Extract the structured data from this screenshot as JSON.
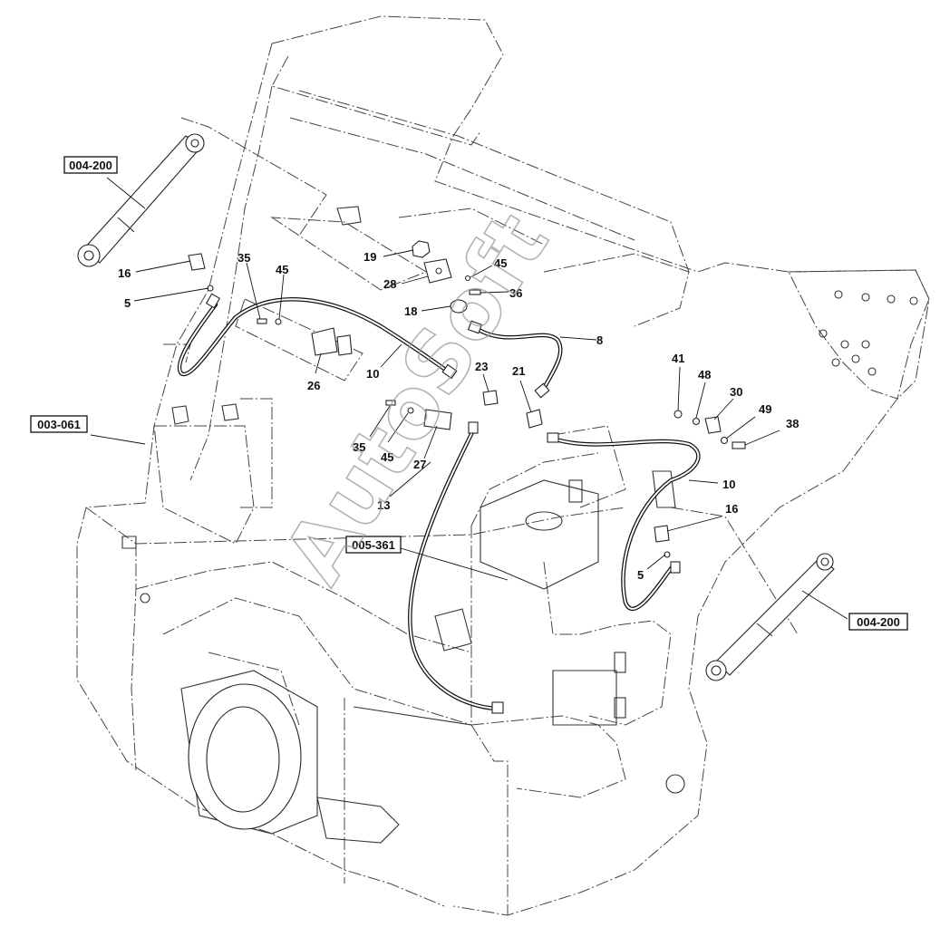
{
  "watermark": "AutoSoft",
  "ref_boxes": [
    {
      "id": "ref-004-200-left",
      "text": "004-200"
    },
    {
      "id": "ref-003-061",
      "text": "003-061"
    },
    {
      "id": "ref-005-361",
      "text": "005-361"
    },
    {
      "id": "ref-004-200-right",
      "text": "004-200"
    }
  ],
  "callouts": [
    {
      "id": "c16a",
      "text": "16"
    },
    {
      "id": "c5a",
      "text": "5"
    },
    {
      "id": "c35a",
      "text": "35"
    },
    {
      "id": "c45a",
      "text": "45"
    },
    {
      "id": "c26",
      "text": "26"
    },
    {
      "id": "c10a",
      "text": "10"
    },
    {
      "id": "c19",
      "text": "19"
    },
    {
      "id": "c28",
      "text": "28"
    },
    {
      "id": "c18",
      "text": "18"
    },
    {
      "id": "c45b",
      "text": "45"
    },
    {
      "id": "c36",
      "text": "36"
    },
    {
      "id": "c8",
      "text": "8"
    },
    {
      "id": "c23",
      "text": "23"
    },
    {
      "id": "c21",
      "text": "21"
    },
    {
      "id": "c35b",
      "text": "35"
    },
    {
      "id": "c45c",
      "text": "45"
    },
    {
      "id": "c27",
      "text": "27"
    },
    {
      "id": "c13",
      "text": "13"
    },
    {
      "id": "c41",
      "text": "41"
    },
    {
      "id": "c48",
      "text": "48"
    },
    {
      "id": "c30",
      "text": "30"
    },
    {
      "id": "c49",
      "text": "49"
    },
    {
      "id": "c38",
      "text": "38"
    },
    {
      "id": "c10b",
      "text": "10"
    },
    {
      "id": "c16b",
      "text": "16"
    },
    {
      "id": "c5b",
      "text": "5"
    }
  ]
}
